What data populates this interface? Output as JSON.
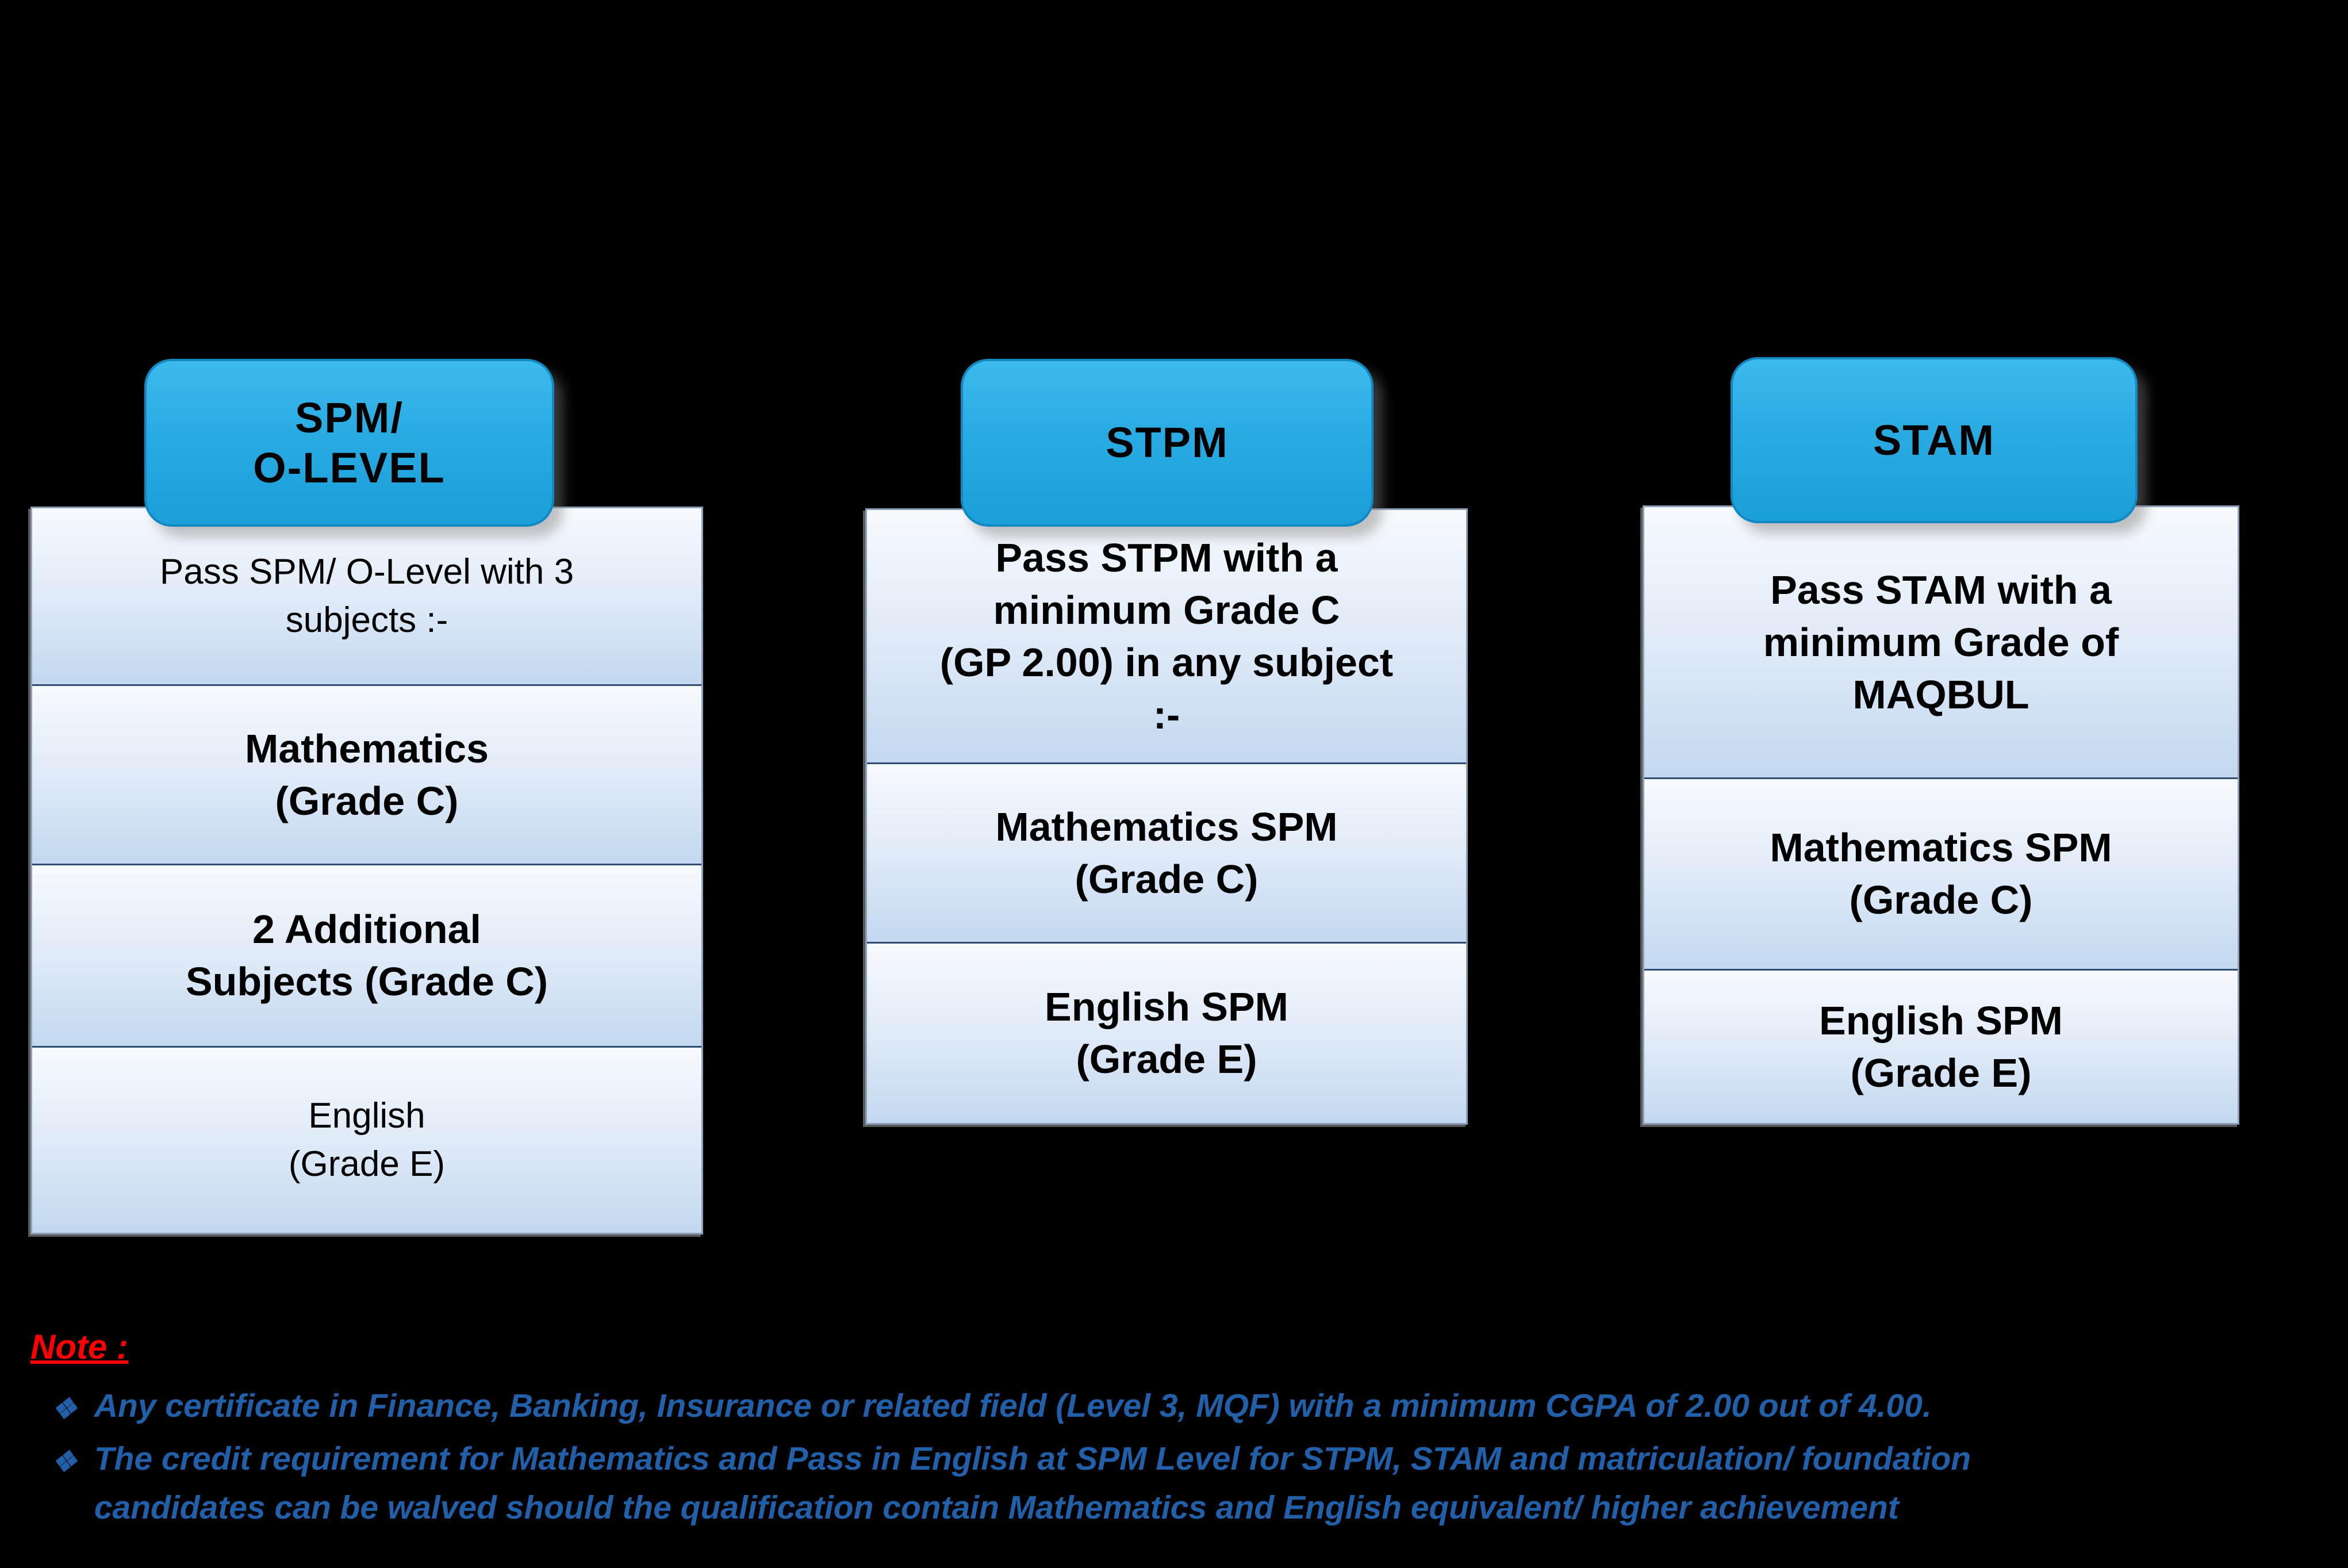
{
  "colors": {
    "background": "#000000",
    "tab_fill": "#29abe2",
    "tab_border": "#1387c0",
    "card_gradient_top": "#f7fafd",
    "card_gradient_bottom": "#c3d8f0",
    "card_divider": "#2e4d71",
    "note_label_color": "#ff0000",
    "note_text_color": "#2160a8"
  },
  "columns": [
    {
      "id": "spm-olevel",
      "tab_label": [
        "SPM/",
        "O-LEVEL"
      ],
      "sections": [
        {
          "text": [
            "Pass SPM/ O-Level with 3",
            "subjects :-"
          ],
          "bold": false
        },
        {
          "text": [
            "Mathematics",
            "(Grade C)"
          ],
          "bold": true
        },
        {
          "text": [
            "2 Additional",
            "Subjects (Grade C)"
          ],
          "bold": true
        },
        {
          "text": [
            "English",
            "(Grade E)"
          ],
          "bold": false
        }
      ]
    },
    {
      "id": "stpm",
      "tab_label": "STPM",
      "sections": [
        {
          "text": [
            "Pass STPM with a",
            "minimum Grade C",
            "(GP 2.00) in any subject",
            ":-"
          ],
          "bold": true
        },
        {
          "text": [
            "Mathematics SPM",
            "(Grade C)"
          ],
          "bold": true
        },
        {
          "text": [
            "English SPM",
            "(Grade E)"
          ],
          "bold": true
        }
      ]
    },
    {
      "id": "stam",
      "tab_label": "STAM",
      "sections": [
        {
          "text": [
            "Pass STAM with a",
            "minimum Grade of",
            "MAQBUL"
          ],
          "bold": true
        },
        {
          "text": [
            "Mathematics SPM",
            "(Grade C)"
          ],
          "bold": true
        },
        {
          "text": [
            "English SPM",
            "(Grade E)"
          ],
          "bold": true
        }
      ]
    }
  ],
  "note": {
    "label": "Note :",
    "bullet_glyph": "❖",
    "bullets": [
      "Any certificate in Finance, Banking, Insurance or related field (Level 3, MQF) with a minimum CGPA of 2.00 out of 4.00.",
      [
        "The credit requirement for Mathematics and Pass in English at SPM Level for STPM, STAM and matriculation/ foundation",
        "candidates can be walved should the qualification contain Mathematics and English equivalent/ higher achievement"
      ]
    ]
  }
}
